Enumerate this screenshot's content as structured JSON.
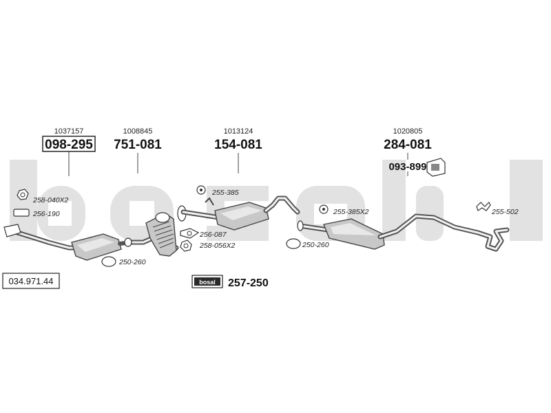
{
  "brand": {
    "watermark": "bosal",
    "badge_text": "bosal"
  },
  "catalog_number": "034.971.44",
  "parts": [
    {
      "id": "front-pipe-catalyst",
      "ref": "1037157",
      "code": "098-295",
      "boxed": true
    },
    {
      "id": "flex-pipe",
      "ref": "1008845",
      "code": "751-081",
      "boxed": false
    },
    {
      "id": "center-silencer",
      "ref": "1013124",
      "code": "154-081",
      "boxed": false
    },
    {
      "id": "rear-silencer",
      "ref": "1020805",
      "code": "284-081",
      "boxed": false
    },
    {
      "id": "rear-mount-kit",
      "ref": "",
      "code": "093-899",
      "boxed": false
    }
  ],
  "accessories": [
    {
      "id": "nut-258-040",
      "code": "258-040X2"
    },
    {
      "id": "gasket-256-190",
      "code": "256-190"
    },
    {
      "id": "clamp-250-260-a",
      "code": "250-260"
    },
    {
      "id": "hanger-255-385",
      "code": "255-385"
    },
    {
      "id": "gasket-256-087",
      "code": "256-087"
    },
    {
      "id": "nut-258-056",
      "code": "258-056X2"
    },
    {
      "id": "hanger-255-385x2",
      "code": "255-385X2"
    },
    {
      "id": "clamp-250-260-b",
      "code": "250-260"
    },
    {
      "id": "hanger-255-502",
      "code": "255-502"
    }
  ],
  "paste": {
    "code": "257-250"
  },
  "colors": {
    "watermark": "#e2e2e2",
    "pipe": "#555555",
    "body": "#c8c8c8",
    "ink": "#111111"
  }
}
